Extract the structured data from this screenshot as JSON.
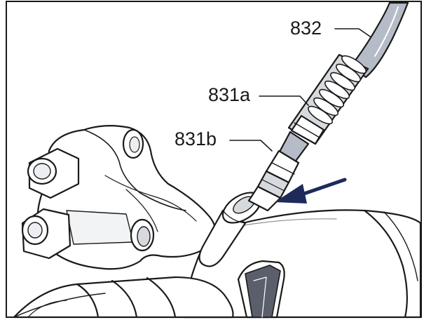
{
  "callouts": {
    "hose": "832",
    "fitting_a": "831a",
    "fitting_b": "831b"
  },
  "colors": {
    "outline": "#1a1a1a",
    "part_fill": "#ffffff",
    "shade": "#d6d9de",
    "hose": "#b5bcc8",
    "arrow": "#1e2a5a"
  }
}
